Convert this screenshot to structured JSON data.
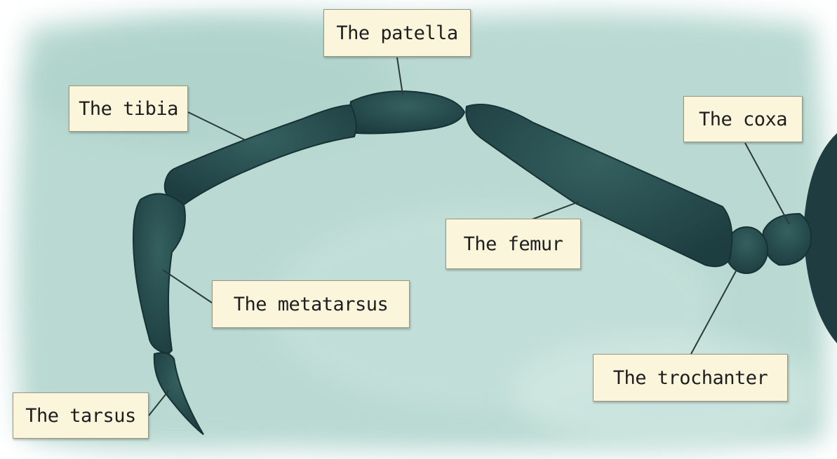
{
  "diagram": {
    "colors": {
      "background": "#b9d9d2",
      "leg": "#254a4c",
      "label_bg": "#fbf5dc",
      "leader_line": "#2a3a3a"
    },
    "labels": {
      "patella": "The patella",
      "tibia": "The tibia",
      "coxa": "The coxa",
      "femur": "The femur",
      "metatarsus": "The metatarsus",
      "trochanter": "The trochanter",
      "tarsus": "The tarsus"
    }
  }
}
